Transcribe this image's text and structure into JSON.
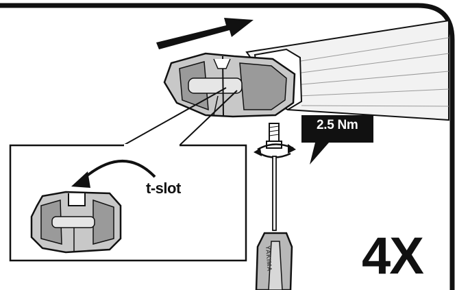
{
  "labels": {
    "slot": "t-slot",
    "torque": "2.5 Nm",
    "quantity": "4X",
    "tool_brand": "YAKIMA"
  },
  "colors": {
    "outline": "#111111",
    "part_fill": "#c8c8c8",
    "part_dark": "#8a8a8a",
    "bar_fill": "#f2f2f2",
    "callout_fill": "#111111",
    "background": "#ffffff"
  },
  "icons": [
    "direction-arrow-icon",
    "rotate-arrow-icon",
    "curved-arrow-icon"
  ]
}
